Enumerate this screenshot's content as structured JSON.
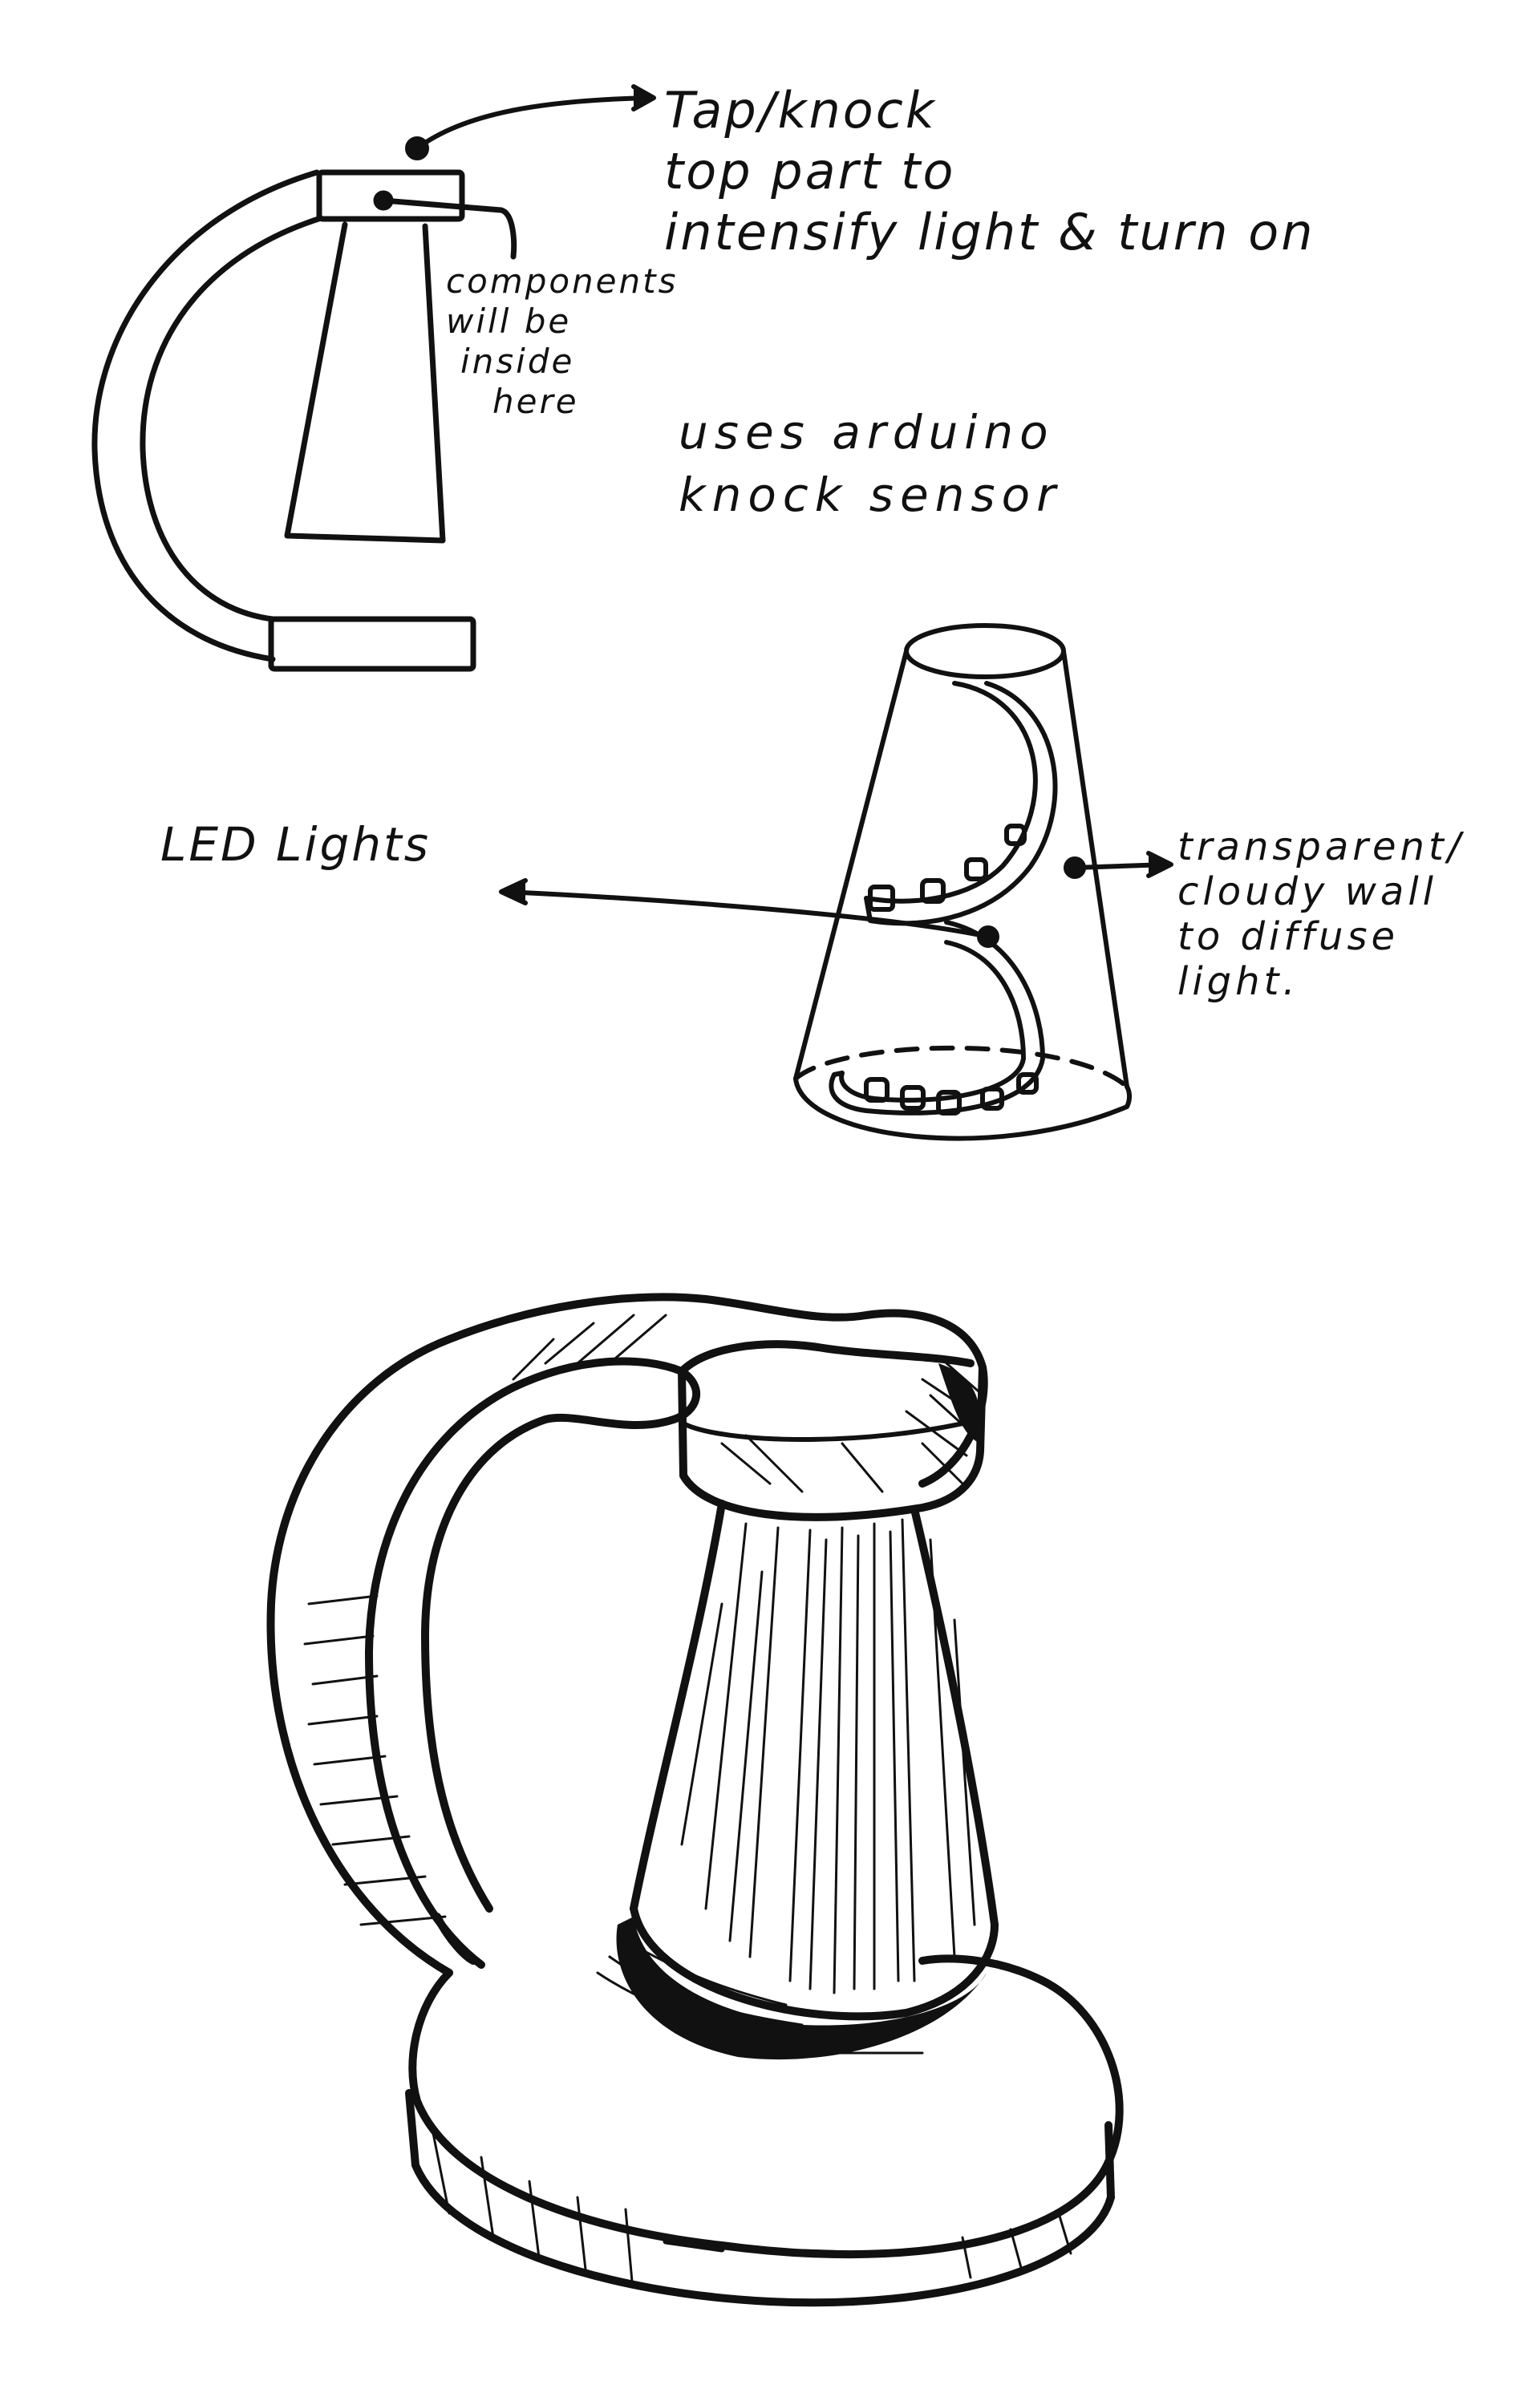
{
  "annotations": {
    "tap_knock": [
      "Tap/knock",
      "top part to",
      "intensify light & turn on"
    ],
    "components": [
      "components",
      "will be",
      "inside",
      "here"
    ],
    "arduino": [
      "uses arduino",
      "knock sensor"
    ],
    "led_lights": "LED Lights",
    "diffuse_wall": [
      "transparent/",
      "cloudy wall",
      "to diffuse",
      "light."
    ]
  },
  "colors": {
    "ink": "#111111",
    "paper": "#ffffff"
  }
}
